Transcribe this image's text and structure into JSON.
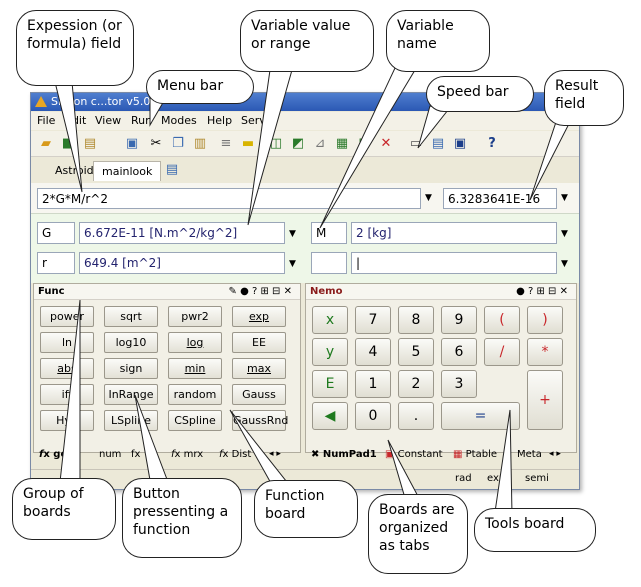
{
  "window": {
    "title": "Sicyon c...tor v5.0 ("
  },
  "menu": {
    "items": [
      "File",
      "Edit",
      "View",
      "Run",
      "Modes",
      "Help",
      "Serv"
    ]
  },
  "doc_tabs": [
    "Astroid",
    "mainlook"
  ],
  "expression": {
    "value": "2*G*M/r^2"
  },
  "result": {
    "value": "6.3283641E-16"
  },
  "variables": [
    {
      "name": "G",
      "value": "6.672E-11 [N.m^2/kg^2]"
    },
    {
      "name": "r",
      "value": "649.4 [m^2]"
    },
    {
      "name": "M",
      "value": "2 [kg]"
    },
    {
      "name": "",
      "value": "|"
    }
  ],
  "func_board": {
    "title": "Func",
    "buttons": [
      "power",
      "sqrt",
      "pwr2",
      "exp",
      "ln",
      "log10",
      "log",
      "EE",
      "abs",
      "sign",
      "min",
      "max",
      "iff",
      "InRange",
      "random",
      "Gauss",
      "Hyp",
      "LSpline",
      "CSpline",
      "GaussRnd"
    ],
    "tabs": [
      "gen",
      "num",
      "fx",
      "mrx",
      "Dist"
    ]
  },
  "nemo_board": {
    "title": "Nemo",
    "buttons": [
      "x",
      "7",
      "8",
      "9",
      "(",
      ")",
      "y",
      "4",
      "5",
      "6",
      "/",
      "*",
      "E",
      "1",
      "2",
      "3",
      "",
      "+",
      "0",
      ".",
      "="
    ],
    "tabs": [
      "NumPad1",
      "Constant",
      "Ptable",
      "Meta"
    ]
  },
  "status": {
    "items": [
      "rad",
      "exp",
      "semi"
    ]
  },
  "callouts": {
    "expression": "Expession (or formula) field",
    "menubar": "Menu bar",
    "varvalue": "Variable value or range",
    "varname": "Variable name",
    "speedbar": "Speed bar",
    "result": "Result field",
    "group": "Group of boards",
    "button": "Button pressenting a function",
    "funcboard": "Function board",
    "tabs": "Boards are organized as tabs",
    "tools": "Tools board"
  }
}
